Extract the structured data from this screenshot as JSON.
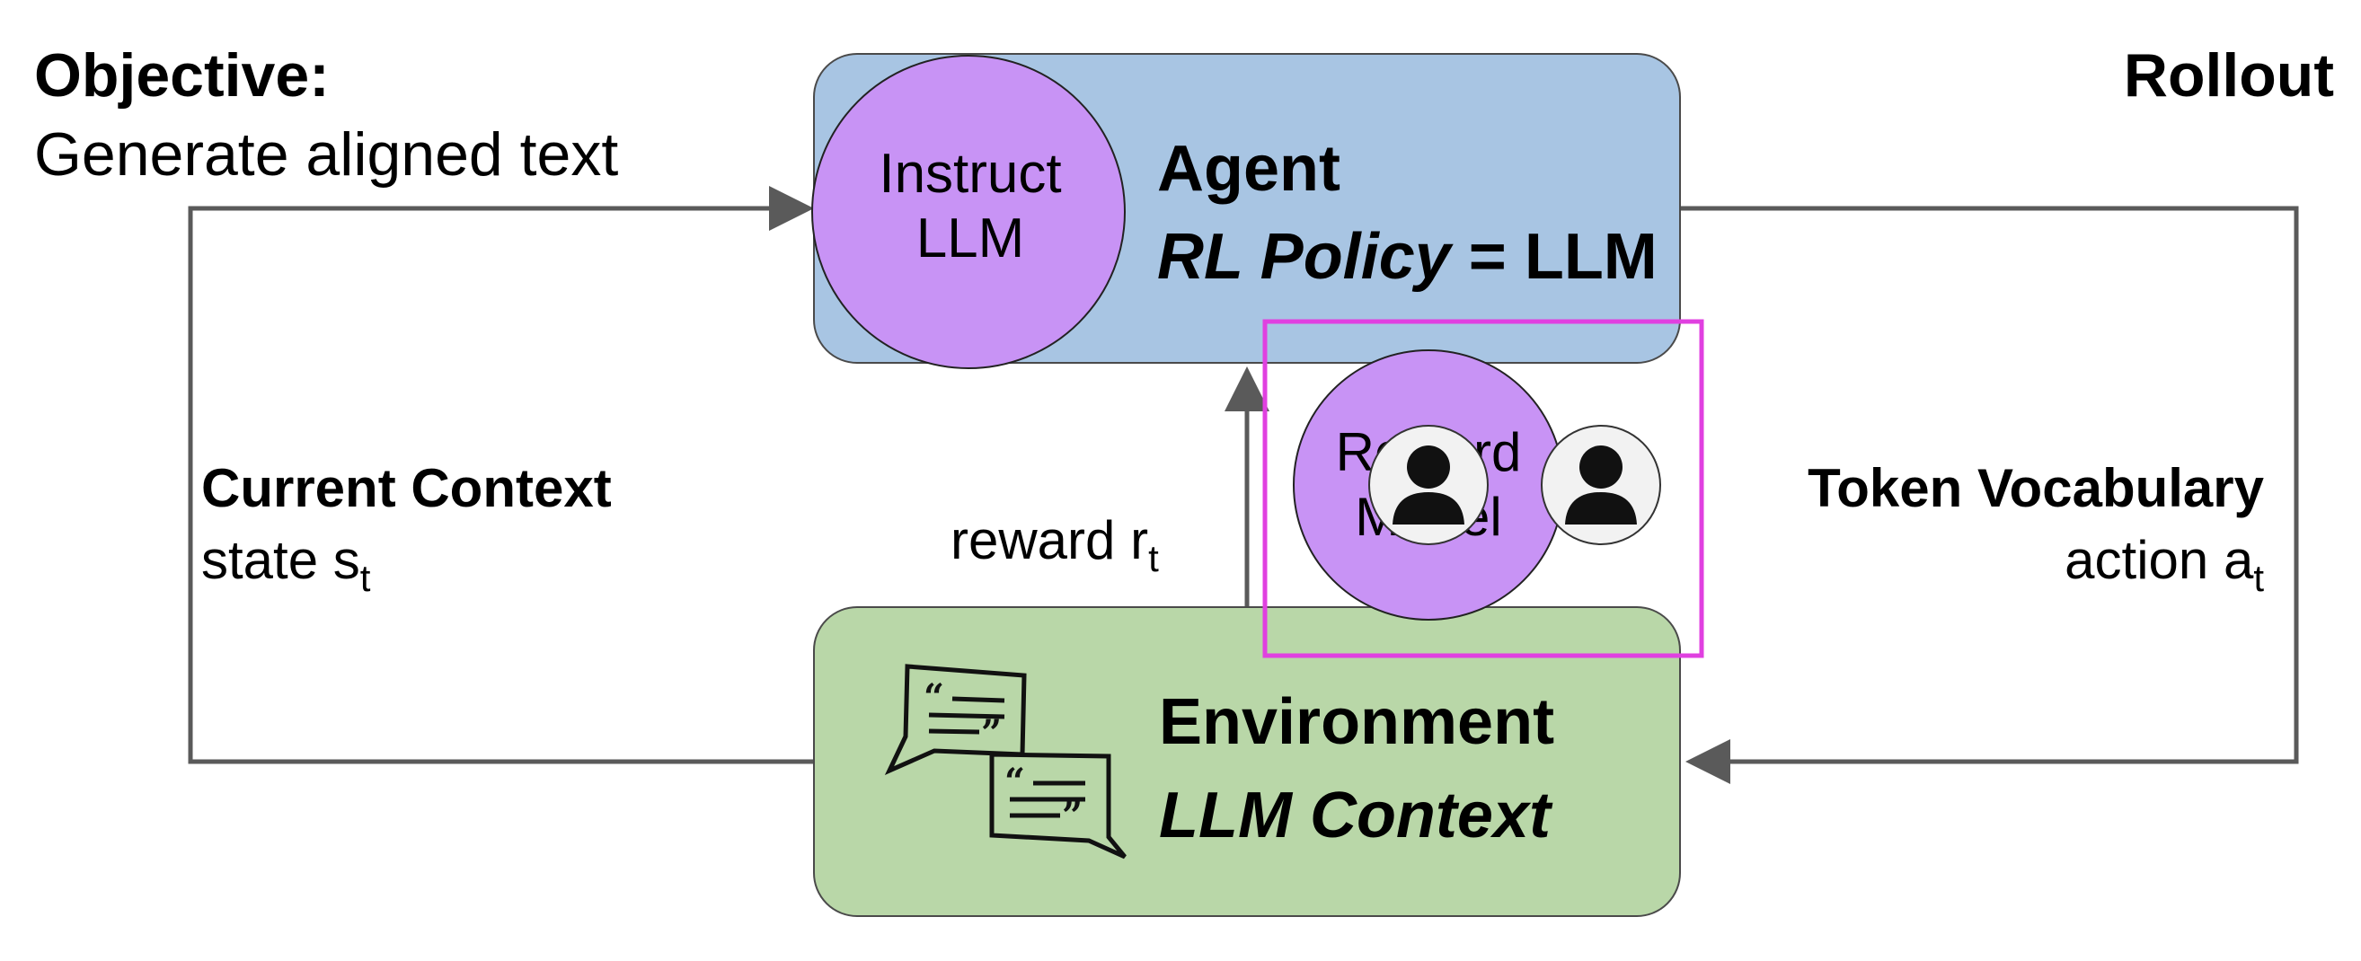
{
  "objective": {
    "heading": "Objective:",
    "text": "Generate aligned text"
  },
  "rollout_label": "Rollout",
  "agent": {
    "title": "Agent",
    "policy_italic": "RL Policy",
    "policy_rest": " = LLM",
    "llm_circle": "Instruct LLM",
    "fill_color": "#a8c5e3",
    "circle_color": "#c893f5"
  },
  "environment": {
    "title": "Environment",
    "subtitle": "LLM Context",
    "fill_color": "#b9d7a8",
    "icon": "chat-quote-icon"
  },
  "current_context": {
    "heading": "Current Context",
    "label": "state s",
    "subscript": "t"
  },
  "token_vocabulary": {
    "heading": "Token Vocabulary",
    "label": "action a",
    "subscript": "t"
  },
  "reward": {
    "label": "reward r",
    "subscript": "t"
  },
  "reward_model": {
    "label": "Reward Model",
    "icon": "person-icon",
    "highlight_color": "#e040e0"
  },
  "arrow_color": "#5a5a5a"
}
